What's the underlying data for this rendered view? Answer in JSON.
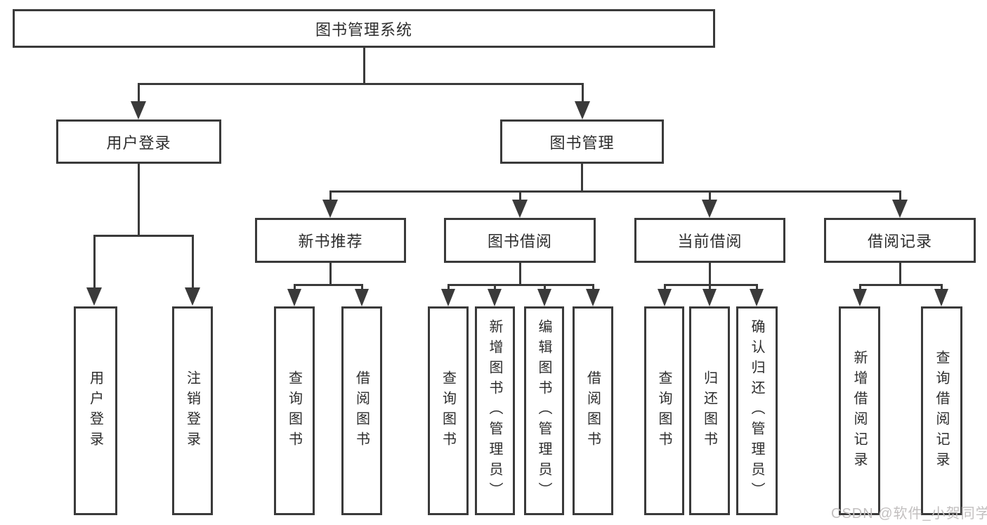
{
  "diagram": {
    "root": {
      "label": "图书管理系统"
    },
    "level2": [
      {
        "id": "user-login",
        "label": "用户登录"
      },
      {
        "id": "book-management",
        "label": "图书管理"
      }
    ],
    "level3": [
      {
        "id": "new-book-recommend",
        "label": "新书推荐"
      },
      {
        "id": "book-borrow",
        "label": "图书借阅"
      },
      {
        "id": "current-borrow",
        "label": "当前借阅"
      },
      {
        "id": "borrow-records",
        "label": "借阅记录"
      }
    ],
    "leaves": [
      {
        "parent": "user-login",
        "label": "用户登录"
      },
      {
        "parent": "user-login",
        "label": "注销登录"
      },
      {
        "parent": "new-book-recommend",
        "label": "查询图书"
      },
      {
        "parent": "new-book-recommend",
        "label": "借阅图书"
      },
      {
        "parent": "book-borrow",
        "label": "查询图书"
      },
      {
        "parent": "book-borrow",
        "label": "新增图书（管理员）"
      },
      {
        "parent": "book-borrow",
        "label": "编辑图书（管理员）"
      },
      {
        "parent": "book-borrow",
        "label": "借阅图书"
      },
      {
        "parent": "current-borrow",
        "label": "查询图书"
      },
      {
        "parent": "current-borrow",
        "label": "归还图书"
      },
      {
        "parent": "current-borrow",
        "label": "确认归还（管理员）"
      },
      {
        "parent": "borrow-records",
        "label": "新增借阅记录"
      },
      {
        "parent": "borrow-records",
        "label": "查询借阅记录"
      }
    ],
    "watermark": "CSDN @软件_小贺同学",
    "colors": {
      "line": "#3a3a3a",
      "text": "#2d2d2d",
      "watermark": "#c2bfbf",
      "background": "#ffffff"
    }
  }
}
